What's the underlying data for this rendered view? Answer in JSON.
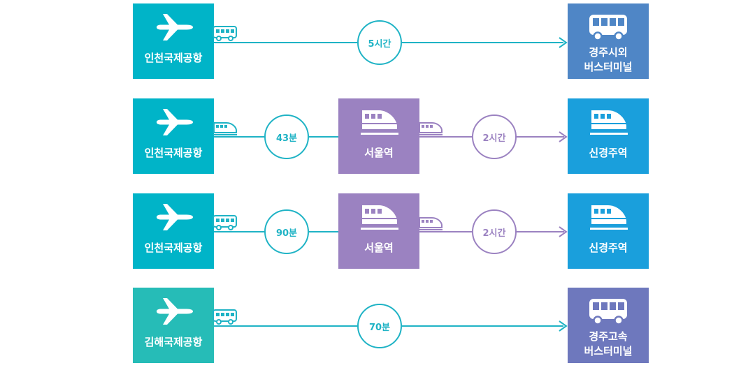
{
  "colors": {
    "airport": "#00b4c8",
    "gimhae": "#26bcb7",
    "bus_terminal_1": "#4f86c6",
    "bus_terminal_2": "#6e78bd",
    "ktx": "#1a9fdc",
    "seoul": "#9b82c1",
    "teal_line": "#1fb3c5",
    "purple_line": "#9b82c1"
  },
  "routes": [
    {
      "from": {
        "label": "인천국제공항",
        "icon": "airplane-icon"
      },
      "leg1_vehicle": "bus-icon",
      "leg1_time": "5시간",
      "to": {
        "label": "경주시외\n버스터미널",
        "icon": "bus-icon"
      }
    },
    {
      "from": {
        "label": "인천국제공항",
        "icon": "airplane-icon"
      },
      "leg1_vehicle": "train-icon",
      "leg1_time": "43분",
      "via": {
        "label": "서울역",
        "icon": "train-icon"
      },
      "leg2_vehicle": "train-icon",
      "leg2_time": "2시간",
      "to": {
        "label": "신경주역",
        "icon": "train-icon"
      }
    },
    {
      "from": {
        "label": "인천국제공항",
        "icon": "airplane-icon"
      },
      "leg1_vehicle": "bus-icon",
      "leg1_time": "90분",
      "via": {
        "label": "서울역",
        "icon": "train-icon"
      },
      "leg2_vehicle": "train-icon",
      "leg2_time": "2시간",
      "to": {
        "label": "신경주역",
        "icon": "train-icon"
      }
    },
    {
      "from": {
        "label": "김해국제공항",
        "icon": "airplane-icon"
      },
      "leg1_vehicle": "bus-icon",
      "leg1_time": "70분",
      "to": {
        "label": "경주고속\n버스터미널",
        "icon": "bus-icon"
      }
    }
  ]
}
